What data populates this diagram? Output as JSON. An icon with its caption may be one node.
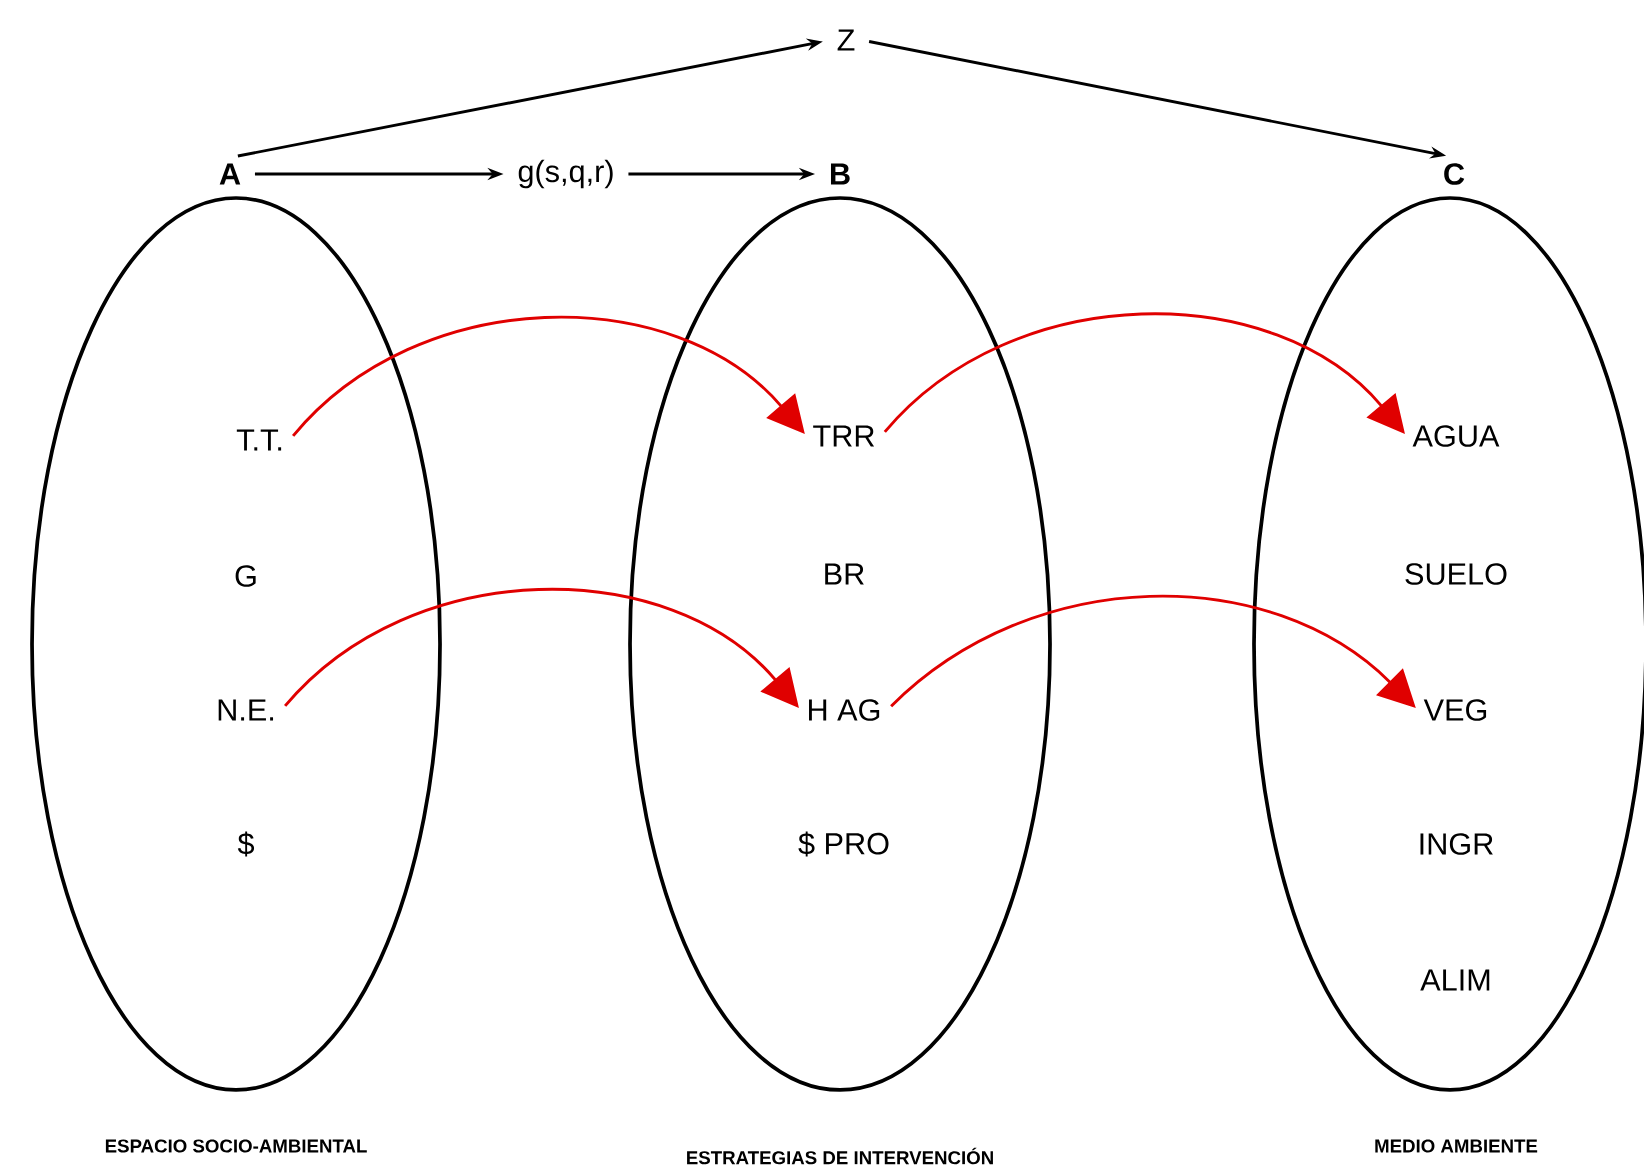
{
  "diagram": {
    "nodes": [
      {
        "text": [
          "Z"
        ]
      },
      {
        "text": [
          "A"
        ]
      },
      {
        "text": [
          "g(s,q,r)"
        ]
      },
      {
        "text": [
          "B"
        ]
      },
      {
        "text": [
          "C"
        ]
      },
      {
        "text": [],
        "shape": "ellipse",
        "beside": [
          "ESPACIO SOCIO-AMBIENTAL"
        ]
      },
      {
        "text": [
          "T.T."
        ],
        "in": 5
      },
      {
        "text": [
          "G"
        ],
        "in": 5
      },
      {
        "text": [
          "N.E."
        ],
        "in": 5
      },
      {
        "text": [
          "$"
        ],
        "in": 5
      },
      {
        "text": [],
        "shape": "ellipse",
        "beside": [
          "ESTRATEGIAS DE INTERVENCIÓN"
        ]
      },
      {
        "text": [
          "TRR"
        ],
        "in": 10
      },
      {
        "text": [
          "BR"
        ],
        "in": 10
      },
      {
        "text": [
          "H AG"
        ],
        "in": 10
      },
      {
        "text": [
          "$ PRO"
        ],
        "in": 10
      },
      {
        "text": [],
        "shape": "ellipse",
        "beside": [
          "MEDIO AMBIENTE"
        ]
      },
      {
        "text": [
          "AGUA"
        ],
        "in": 15
      },
      {
        "text": [
          "SUELO"
        ],
        "in": 15
      },
      {
        "text": [
          "VEG"
        ],
        "in": 15
      },
      {
        "text": [
          "INGR"
        ],
        "in": 15
      },
      {
        "text": [
          "ALIM"
        ],
        "in": 15
      }
    ],
    "edges": [
      {
        "from": 1,
        "to": 0,
        "arrow": "to"
      },
      {
        "from": 0,
        "to": 4,
        "arrow": "to"
      },
      {
        "from": 1,
        "to": 2,
        "arrow": "to"
      },
      {
        "from": 2,
        "to": 3,
        "arrow": "to"
      },
      {
        "from": 6,
        "to": 11,
        "arrow": "to",
        "color": "#e00000"
      },
      {
        "from": 8,
        "to": 13,
        "arrow": "to",
        "color": "#e00000"
      },
      {
        "from": 11,
        "to": 16,
        "arrow": "to",
        "color": "#e00000"
      },
      {
        "from": 13,
        "to": 18,
        "arrow": "to",
        "color": "#e00000"
      }
    ]
  }
}
